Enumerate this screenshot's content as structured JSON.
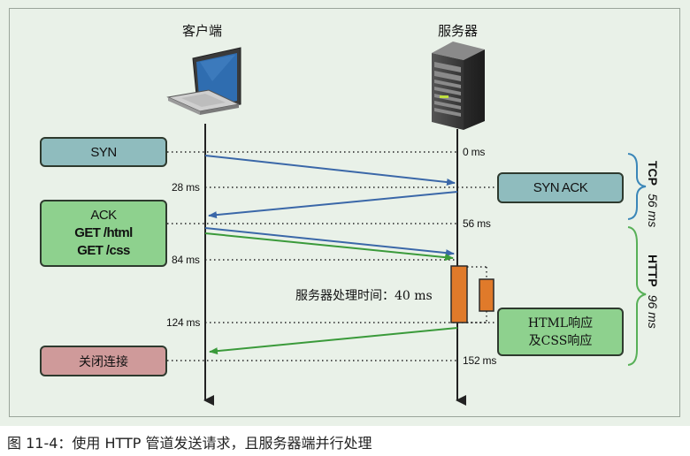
{
  "diagram": {
    "client_label": "客户端",
    "server_label": "服务器",
    "client_boxes": {
      "syn": "SYN",
      "ack": "ACK",
      "get_html": "GET /html",
      "get_css": "GET /css",
      "close": "关闭连接"
    },
    "server_boxes": {
      "syn_ack": "SYN ACK",
      "response_line1": "HTML响应",
      "response_line2": "及CSS响应"
    },
    "timestamps": {
      "t0": "0 ms",
      "t28": "28 ms",
      "t56": "56 ms",
      "t84": "84 ms",
      "t124": "124 ms",
      "t152": "152 ms"
    },
    "processing_note": "服务器处理时间：40 ms",
    "brackets": {
      "tcp_name": "TCP",
      "tcp_time": "56 ms",
      "http_name": "HTTP",
      "http_time": "96 ms"
    },
    "colors": {
      "background": "#e9f1e8",
      "blue_arrow": "#3a67a8",
      "green_arrow": "#3a9a3a",
      "teal_box": "#8fbcbe",
      "green_box": "#8ed18e",
      "red_box": "#cf9a9a",
      "orange_bar": "#e07a2a",
      "bracket": "#3a86b8",
      "bracket_http": "#57b057"
    }
  },
  "caption": "图 11-4：使用 HTTP 管道发送请求，且服务器端并行处理"
}
